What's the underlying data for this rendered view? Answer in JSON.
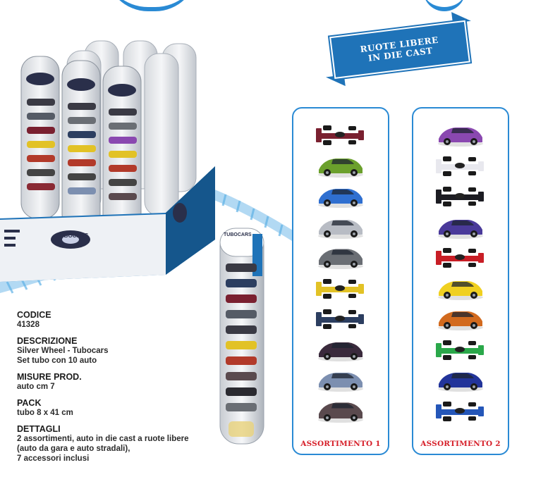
{
  "banner": {
    "text": "RUOTE LIBERE\nIN DIE CAST"
  },
  "assortments": [
    {
      "label": "ASSORTIMENTO 1",
      "cars": [
        {
          "kind": "formula",
          "color": "#7a2030"
        },
        {
          "kind": "sport",
          "color": "#6ba02c"
        },
        {
          "kind": "sport",
          "color": "#2f6fd0"
        },
        {
          "kind": "sport",
          "color": "#b8bcc4"
        },
        {
          "kind": "sedan",
          "color": "#6a6e74"
        },
        {
          "kind": "formula",
          "color": "#e2c226"
        },
        {
          "kind": "formula",
          "color": "#2c3e60"
        },
        {
          "kind": "sport",
          "color": "#3a2a3c"
        },
        {
          "kind": "sport",
          "color": "#7c8fb0"
        },
        {
          "kind": "sedan",
          "color": "#5a4a4e"
        }
      ]
    },
    {
      "label": "ASSORTIMENTO 2",
      "cars": [
        {
          "kind": "sport",
          "color": "#8a48b0"
        },
        {
          "kind": "formula",
          "color": "#e8e8ee"
        },
        {
          "kind": "formula",
          "color": "#1c1c22"
        },
        {
          "kind": "sport",
          "color": "#4a3a9a"
        },
        {
          "kind": "formula",
          "color": "#c81e26"
        },
        {
          "kind": "sport",
          "color": "#f0d020"
        },
        {
          "kind": "sport",
          "color": "#d26a1e"
        },
        {
          "kind": "formula",
          "color": "#2aa84a"
        },
        {
          "kind": "sport",
          "color": "#22349a"
        },
        {
          "kind": "formula",
          "color": "#2456b8"
        }
      ]
    }
  ],
  "product_info": {
    "code_label": "CODICE",
    "code_value": "41328",
    "desc_label": "DESCRIZIONE",
    "desc_line1": "Silver Wheel - Tubocars",
    "desc_line2": "Set tubo con 10 auto",
    "size_label": "MISURE PROD.",
    "size_value": "auto cm 7",
    "pack_label": "PACK",
    "pack_value": "tubo 8 x 41 cm",
    "details_label": "DETTAGLI",
    "details_line1": "2 assortimenti, auto in die cast a ruote libere",
    "details_line2": "(auto da gara e auto stradali),",
    "details_line3": "7 accessori inclusi"
  },
  "packaging": {
    "box_brand": "TUBOCARS",
    "tube_brand": "TUBOCARS"
  },
  "colors": {
    "brand_blue": "#1f73b8",
    "frame_blue": "#2a8ad4",
    "label_red": "#d6202a"
  }
}
